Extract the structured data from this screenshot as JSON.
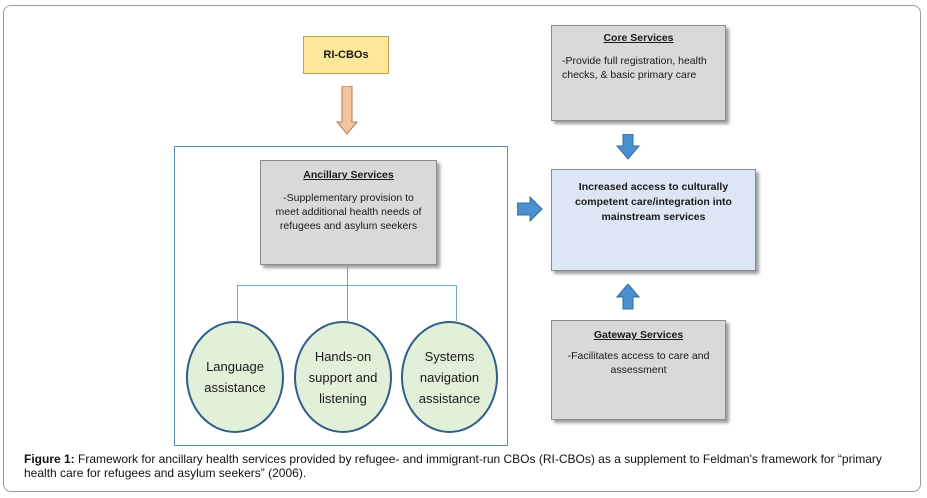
{
  "rico": {
    "label": "RI-CBOs"
  },
  "ancillary": {
    "title": "Ancillary Services",
    "text": "-Supplementary provision to meet additional health needs of refugees and asylum seekers"
  },
  "circles": [
    {
      "label": "Language assistance"
    },
    {
      "label": "Hands-on support and listening"
    },
    {
      "label": "Systems navigation assistance"
    }
  ],
  "core": {
    "title": "Core Services",
    "text": "-Provide full registration, health checks, & basic primary care"
  },
  "outcome": {
    "text": "Increased access to culturally competent care/integration into mainstream services"
  },
  "gateway": {
    "title": "Gateway Services",
    "text": "-Facilitates access to care and assessment"
  },
  "caption": {
    "label": "Figure 1:",
    "text": " Framework for ancillary health services provided by refugee- and immigrant-run CBOs (RI-CBOs) as a supplement to Feldman's framework for “primary health care for refugees and asylum seekers” (2006)."
  },
  "colors": {
    "rico_fill": "#fde89a",
    "gray_box": "#d9d9d9",
    "outcome_fill": "#dde6f4",
    "circle_fill": "#e2efd9",
    "arrow_blue": "#4a90d0",
    "arrow_orange": "#f2c4a0"
  }
}
